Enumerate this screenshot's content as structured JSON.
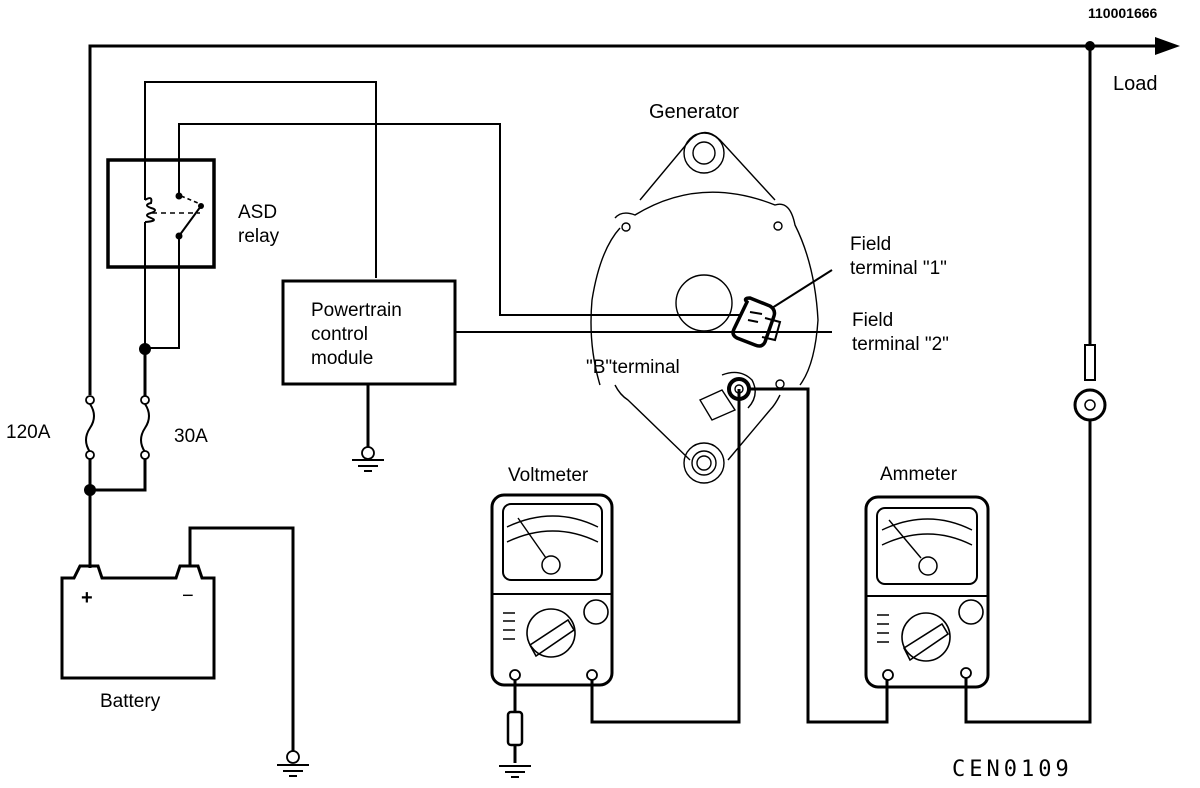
{
  "diagram": {
    "figure_id": "110001666",
    "figure_code": "CEN0109",
    "colors": {
      "line": "#000000",
      "background": "#ffffff"
    },
    "labels": {
      "load": "Load",
      "generator": "Generator",
      "asd_relay_line1": "ASD",
      "asd_relay_line2": "relay",
      "pcm_line1": "Powertrain",
      "pcm_line2": "control",
      "pcm_line3": "module",
      "field_terminal_1_line1": "Field",
      "field_terminal_1_line2": "terminal \"1\"",
      "field_terminal_2_line1": "Field",
      "field_terminal_2_line2": "terminal \"2\"",
      "b_terminal": "\"B\"terminal",
      "fuse_120a": "120A",
      "fuse_30a": "30A",
      "battery": "Battery",
      "battery_positive": "+",
      "battery_negative": "−",
      "voltmeter": "Voltmeter",
      "ammeter": "Ammeter"
    }
  }
}
